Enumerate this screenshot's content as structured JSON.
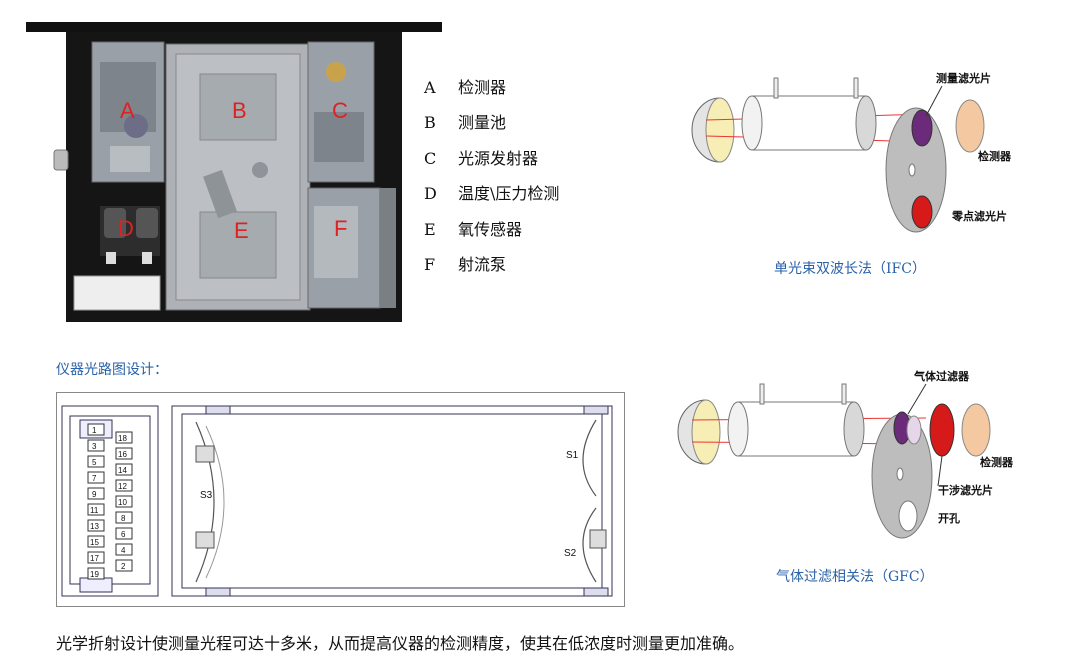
{
  "instrument": {
    "part_labels": [
      "A",
      "B",
      "C",
      "D",
      "E",
      "F"
    ]
  },
  "legend": [
    {
      "letter": "A",
      "text": "检测器"
    },
    {
      "letter": "B",
      "text": "测量池"
    },
    {
      "letter": "C",
      "text": "光源发射器"
    },
    {
      "letter": "D",
      "text": "温度\\压力检测"
    },
    {
      "letter": "E",
      "text": "氧传感器"
    },
    {
      "letter": "F",
      "text": "射流泵"
    }
  ],
  "ifc": {
    "label_filter": "测量滤光片",
    "label_detector": "检测器",
    "label_zero": "零点滤光片",
    "caption": "单光束双波长法（IFC）"
  },
  "optical": {
    "heading": "仪器光路图设计：",
    "left_col": [
      "1",
      "3",
      "5",
      "7",
      "9",
      "11",
      "13",
      "15",
      "17",
      "19"
    ],
    "right_col": [
      "18",
      "16",
      "14",
      "12",
      "10",
      "8",
      "6",
      "4",
      "2"
    ],
    "mirror_labels": [
      "S1",
      "S2",
      "S3"
    ]
  },
  "gfc": {
    "label_gas_filter": "气体过滤器",
    "label_detector": "检测器",
    "label_interference": "干涉滤光片",
    "label_hole": "开孔",
    "caption": "气体过滤相关法（GFC）"
  },
  "footer": "光学折射设计使测量光程可达十多米，从而提高仪器的检测精度，使其在低浓度时测量更加准确。",
  "colors": {
    "caption": "#2a62a8",
    "filter_purple": "#6b2a7a",
    "filter_red": "#d61a1a",
    "detector": "#f4c9a1"
  }
}
